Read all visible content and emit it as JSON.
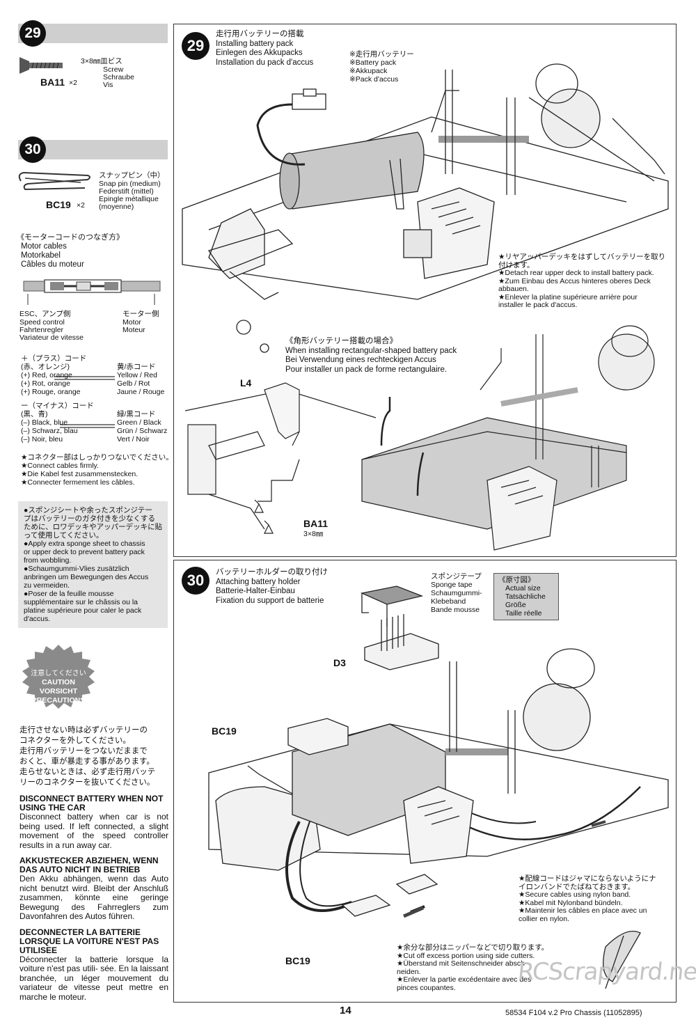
{
  "left": {
    "step29": {
      "num": "29",
      "part_code": "BA11",
      "qty": "×2",
      "part_jp": "3×8㎜皿ビス",
      "part_en": "Screw",
      "part_de": "Schraube",
      "part_fr": "Vis"
    },
    "step30": {
      "num": "30",
      "part_code": "BC19",
      "qty": "×2",
      "part_jp": "スナップピン（中）",
      "part_en": "Snap pin (medium)",
      "part_de": "Federstift (mittel)",
      "part_fr": "Epingle métallique",
      "part_fr2": "(moyenne)"
    },
    "motor_cables": {
      "jp": "《モーターコードのつなぎ方》",
      "en": "Motor cables",
      "de": "Motorkabel",
      "fr": "Câbles du moteur",
      "esc_jp": "ESC、アンプ側",
      "esc_en": "Speed control",
      "esc_de": "Fahrtenregler",
      "esc_fr": "Variateur de vitesse",
      "motor_jp": "モーター側",
      "motor_en": "Motor",
      "motor_fr": "Moteur",
      "plus_jp": "＋（プラス）コード",
      "plus_jp2": "(赤、オレンジ)",
      "plus_en": "(+) Red, orange",
      "plus_de": "(+) Rot, orange",
      "plus_fr": "(+) Rouge, orange",
      "yellow_jp": "黄/赤コード",
      "yellow_en": "Yellow / Red",
      "yellow_de": "Gelb / Rot",
      "yellow_fr": "Jaune / Rouge",
      "minus_jp": "ー（マイナス）コード",
      "minus_jp2": "(黒、青)",
      "minus_en": "(–) Black, blue",
      "minus_de": "(–) Schwarz, blau",
      "minus_fr": "(–) Noir, bleu",
      "green_jp": "緑/黒コード",
      "green_en": "Green / Black",
      "green_de": "Grün / Schwarz",
      "green_fr": "Vert / Noir",
      "note_jp": "★コネクター部はしっかりつないでください。",
      "note_en": "★Connect cables firmly.",
      "note_de": "★Die Kabel fest zusammenstecken.",
      "note_fr": "★Connecter fermement les câbles."
    },
    "sponge_note": [
      "●スポンジシートや余ったスポンジテー",
      "プはバッテリーのガタ付きを少なくする",
      "ために、ロワデッキやアッパーデッキに貼",
      "って使用してください。",
      "●Apply extra sponge sheet to chassis",
      "or upper deck to prevent battery pack",
      "from wobbling.",
      "●Schaumgummi-Vlies zusätzlich",
      "anbringen um Bewegungen des Accus",
      "zu vermeiden.",
      "●Poser de la feuille mousse",
      "supplémentaire sur le châssis ou la",
      "platine supérieure pour caler le pack",
      "d'accus."
    ],
    "caution": {
      "badge_jp": "注意してください",
      "badge_en1": "CAUTION",
      "badge_en2": "VORSICHT",
      "badge_en3": "PRECAUTIONS",
      "jp": [
        "走行させない時は必ずバッテリーの",
        "コネクターを外してください。",
        "走行用バッテリーをつないだままで",
        "おくと、車が暴走する事があります。",
        "走らせないときは、必ず走行用バッテ",
        "リーのコネクターを抜いてください。"
      ],
      "en_title": "DISCONNECT BATTERY WHEN NOT USING THE CAR",
      "en_body": "Disconnect battery when car is not being used. If left connected, a slight movement of the speed controller results in a run away car.",
      "de_title": "AKKUSTECKER ABZIEHEN, WENN DAS AUTO NICHT IN BETRIEB",
      "de_body": "Den Akku abhängen, wenn das Auto nicht benutzt wird. Bleibt der Anschluß zusammen, könnte eine geringe Bewegung des Fahrreglers zum Davonfahren des Autos führen.",
      "fr_title": "DECONNECTER LA BATTERIE LORSQUE LA VOITURE N'EST PAS UTILISEE",
      "fr_body": "Déconnecter la batterie lorsque la voiture n'est pas utili- sée. En la laissant branchée, un léger mouvement du variateur de vitesse peut mettre en marche le moteur."
    }
  },
  "panel29": {
    "num": "29",
    "title_jp": "走行用バッテリーの搭載",
    "title_en": "Installing battery pack",
    "title_de": "Einlegen des Akkupacks",
    "title_fr": "Installation du pack d'accus",
    "bat_jp": "※走行用バッテリー",
    "bat_en": "※Battery pack",
    "bat_de": "※Akkupack",
    "bat_fr": "※Pack d'accus",
    "note_jp1": "★リヤアッパーデッキをはずしてバッテリーを取り",
    "note_jp2": "付けます。",
    "note_en": "★Detach rear upper deck to install battery pack.",
    "note_de1": "★Zum Einbau des Accus hinteres oberes Deck",
    "note_de2": "abbauen.",
    "note_fr1": "★Enlever la platine supérieure arrière pour",
    "note_fr2": "installer le pack d'accus.",
    "rect_jp": "《角形バッテリー搭載の場合》",
    "rect_en": "When installing rectangular-shaped battery pack",
    "rect_de": "Bei Verwendung eines rechteckigen Accus",
    "rect_fr": "Pour installer un pack de forme rectangulaire.",
    "label_l4": "L4",
    "label_ba11": "BA11",
    "label_ba11_size": "3×8㎜"
  },
  "panel30": {
    "num": "30",
    "title_jp": "バッテリーホルダーの取り付け",
    "title_en": "Attaching battery holder",
    "title_de": "Batterie-Halter-Einbau",
    "title_fr": "Fixation du support de batterie",
    "sponge_jp": "スポンジテープ",
    "sponge_en": "Sponge tape",
    "sponge_de1": "Schaumgummi-",
    "sponge_de2": "Klebeband",
    "sponge_fr": "Bande mousse",
    "actual_jp": "《原寸図》",
    "actual_en": "Actual size",
    "actual_de1": "Tatsächliche",
    "actual_de2": "Größe",
    "actual_fr": "Taille réelle",
    "label_d3": "D3",
    "label_bc19_top": "BC19",
    "label_bc19_bottom": "BC19",
    "nylon_jp1": "★配線コードはジャマにならないようにナ",
    "nylon_jp2": "イロンバンドでたばねておきます。",
    "nylon_en": "★Secure cables using nylon band.",
    "nylon_de": "★Kabel mit Nylonband bündeln.",
    "nylon_fr1": "★Maintenir les câbles en place avec un",
    "nylon_fr2": "collier en nylon.",
    "cut_jp": "★余分な部分はニッパーなどで切り取ります。",
    "cut_en": "★Cut off excess portion using side cutters.",
    "cut_de1": "★Überstand mit Seitenschneider absch-",
    "cut_de2": "neiden.",
    "cut_fr1": "★Enlever la partie excédentaire avec des",
    "cut_fr2": "pinces coupantes."
  },
  "footer": {
    "page": "14",
    "code": "58534  F104 v.2 Pro Chassis (11052895)",
    "watermark": "RCScrapyard.net"
  }
}
